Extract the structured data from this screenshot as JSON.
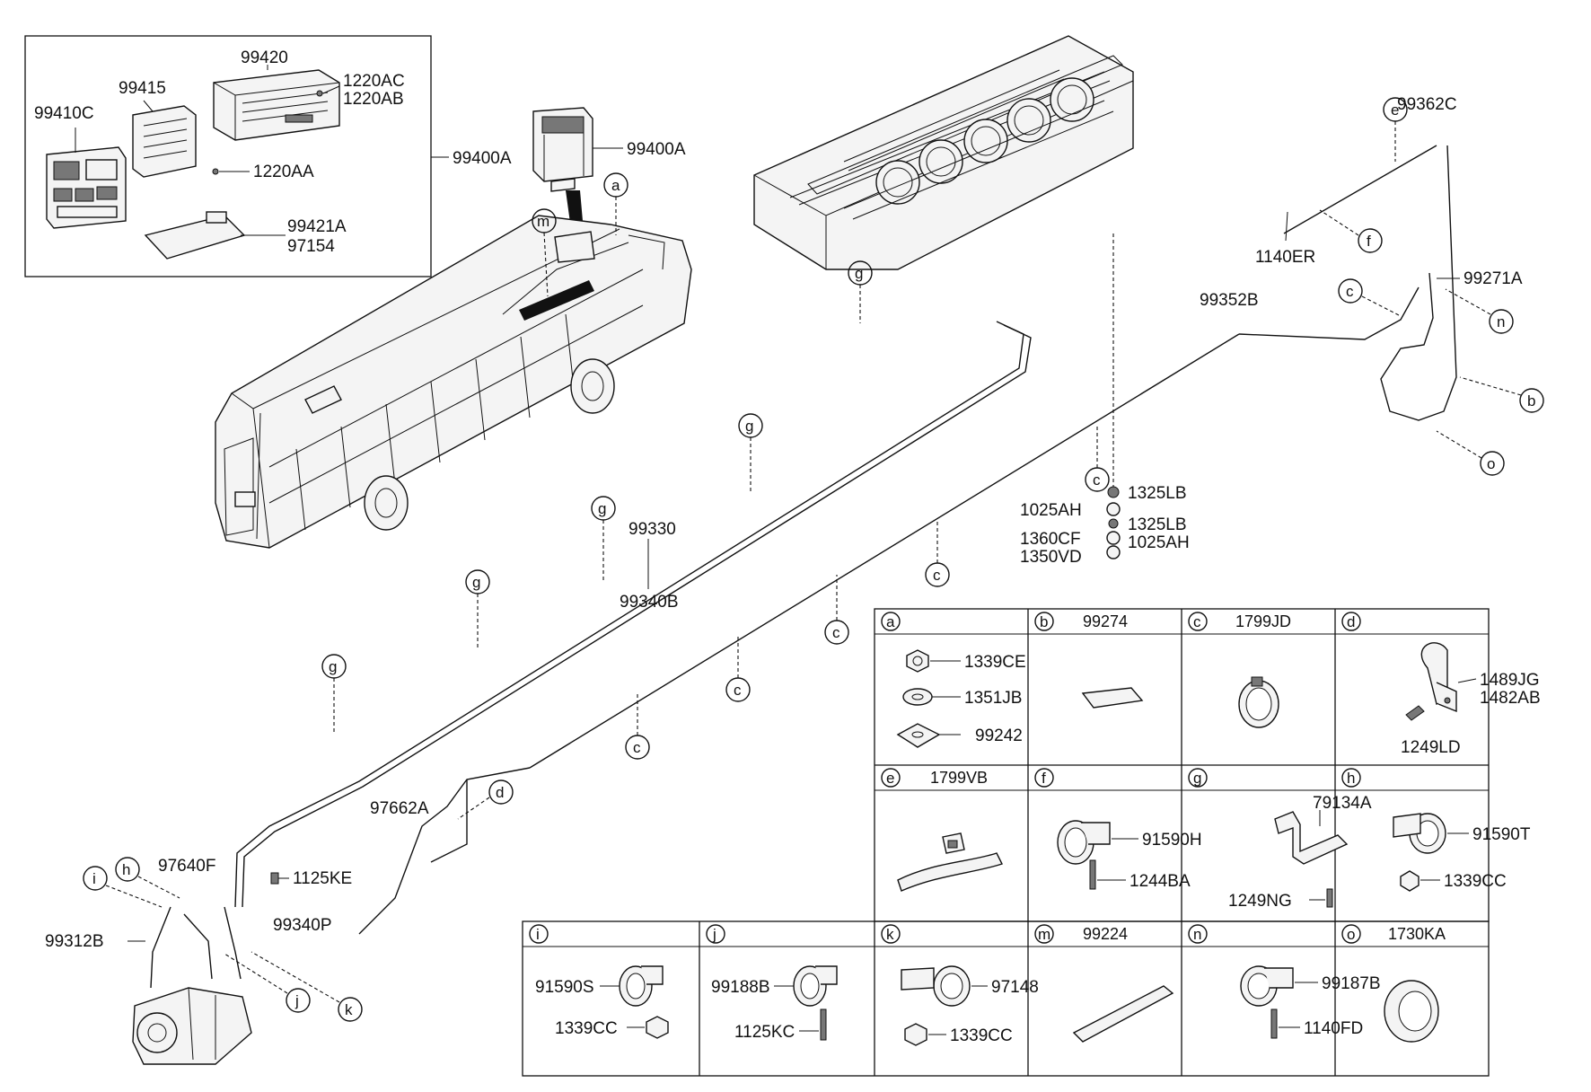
{
  "kit": {
    "parts": [
      "99420",
      "1220AC",
      "1220AB",
      "99415",
      "99410C",
      "1220AA",
      "99400A",
      "99421A",
      "97154"
    ]
  },
  "main": {
    "parts": {
      "p99400A_unit": "99400A",
      "p99362C": "99362C",
      "p1140ER": "1140ER",
      "p99352B": "99352B",
      "p99271A": "99271A",
      "p1325LB_1": "1325LB",
      "p1025AH_1": "1025AH",
      "p1325LB_2": "1325LB",
      "p1360CF": "1360CF",
      "p1025AH_2": "1025AH",
      "p1350VD": "1350VD",
      "p99330": "99330",
      "p99340B": "99340B",
      "p97662A": "97662A",
      "p97640F": "97640F",
      "p1125KE": "1125KE",
      "p99340P": "99340P",
      "p99312B": "99312B"
    }
  },
  "table": {
    "row1": [
      {
        "letter": "a",
        "code": ""
      },
      {
        "letter": "b",
        "code": "99274"
      },
      {
        "letter": "c",
        "code": "1799JD"
      },
      {
        "letter": "d",
        "code": ""
      }
    ],
    "row2": [
      {
        "letter": "e",
        "code": "1799VB"
      },
      {
        "letter": "f",
        "code": ""
      },
      {
        "letter": "g",
        "code": ""
      },
      {
        "letter": "h",
        "code": ""
      }
    ],
    "row3": [
      {
        "letter": "i",
        "code": ""
      },
      {
        "letter": "j",
        "code": ""
      },
      {
        "letter": "k",
        "code": ""
      },
      {
        "letter": "m",
        "code": "99224"
      },
      {
        "letter": "n",
        "code": ""
      },
      {
        "letter": "o",
        "code": "1730KA"
      }
    ],
    "cell_parts": {
      "a1": "1339CE",
      "a2": "1351JB",
      "a3": "99242",
      "d1": "1489JG",
      "d2": "1482AB",
      "d3": "1249LD",
      "f1": "91590H",
      "f2": "1244BA",
      "g1": "79134A",
      "g2": "1249NG",
      "h1": "91590T",
      "h2": "1339CC",
      "i1": "91590S",
      "i2": "1339CC",
      "j1": "99188B",
      "j2": "1125KC",
      "k1": "97148",
      "k2": "1339CC",
      "n1": "99187B",
      "n2": "1140FD"
    }
  },
  "callouts": {
    "a": "a",
    "m": "m",
    "e": "e",
    "f": "f",
    "c": "c",
    "n": "n",
    "b": "b",
    "o": "o",
    "g": "g",
    "d": "d",
    "i": "i",
    "h": "h",
    "j": "j",
    "k": "k"
  }
}
